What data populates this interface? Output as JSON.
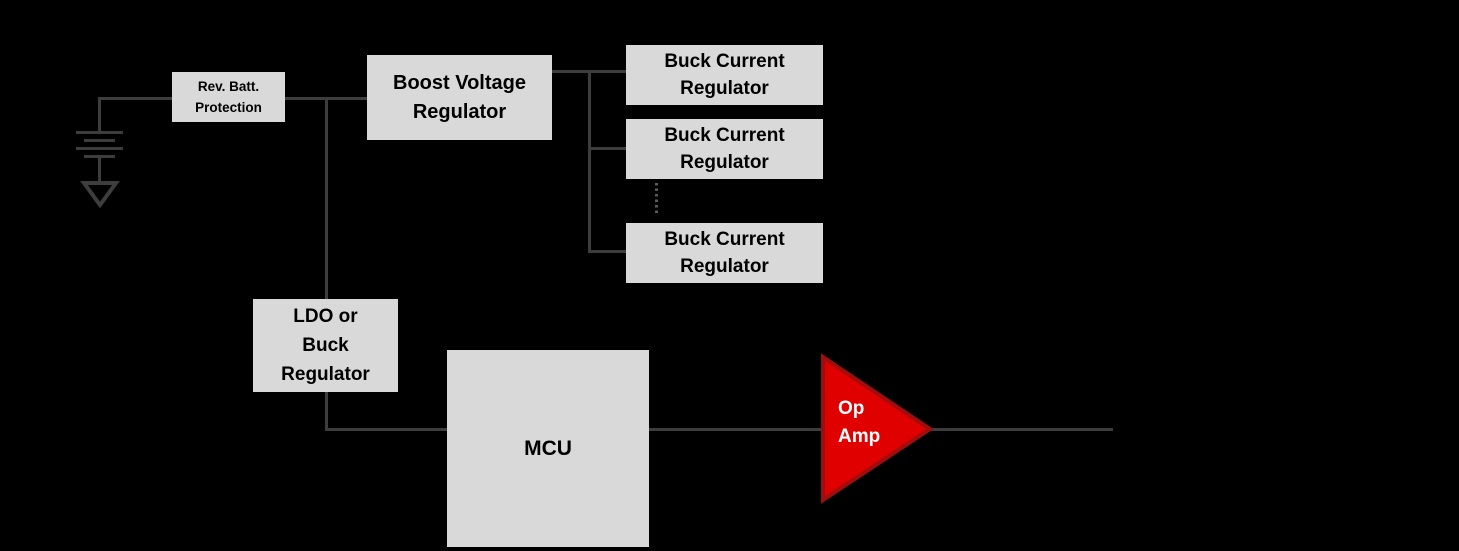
{
  "diagram": {
    "blocks": {
      "rev_batt_protection": {
        "label": "Rev. Batt.\nProtection"
      },
      "boost_voltage_regulator": {
        "label": "Boost Voltage\nRegulator"
      },
      "buck_current_regulators": [
        {
          "label": "Buck Current\nRegulator"
        },
        {
          "label": "Buck Current\nRegulator"
        },
        {
          "label": "Buck Current\nRegulator"
        }
      ],
      "ldo_or_buck_regulator": {
        "label": "LDO or\nBuck\nRegulator"
      },
      "mcu": {
        "label": "MCU"
      },
      "op_amp": {
        "label": "Op\nAmp"
      }
    },
    "icons": {
      "battery": "battery-symbol",
      "ground": "ground-arrow-symbol",
      "ellipsis": "dotted-continuation-line"
    },
    "colors": {
      "background": "#000000",
      "wire": "#3d3d3d",
      "dotted_wire": "#5a5a5a",
      "block_fill": "#d9d9d9",
      "block_text": "#000000",
      "op_amp_fill": "#e00000",
      "op_amp_border": "#9e0e0e",
      "op_amp_text": "#ffffff"
    }
  }
}
